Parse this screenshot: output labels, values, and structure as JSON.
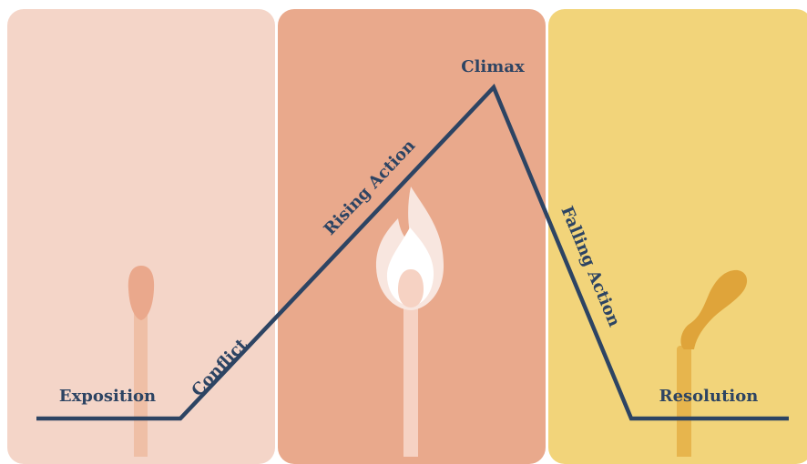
{
  "colors": {
    "panel_exposition": "#f4d5c8",
    "panel_climax": "#e9a98c",
    "panel_resolution": "#f2d47a",
    "line": "#2d4463",
    "match_stick_light": "#efbfa6",
    "match_head_light": "#eaa88c",
    "match_stick_mid": "#f6d2c3",
    "flame_outer": "#f8e6df",
    "flame_inner": "#ffffff",
    "match_stick_burnt": "#e7b54d",
    "match_head_burnt": "#dfa43a"
  },
  "labels": {
    "exposition": "Exposition",
    "conflict": "Conflict",
    "rising_action": "Rising Action",
    "climax": "Climax",
    "falling_action": "Falling Action",
    "resolution": "Resolution"
  },
  "icons": [
    "unlit-match-icon",
    "lit-match-icon",
    "burnt-match-icon",
    "flame-icon"
  ]
}
